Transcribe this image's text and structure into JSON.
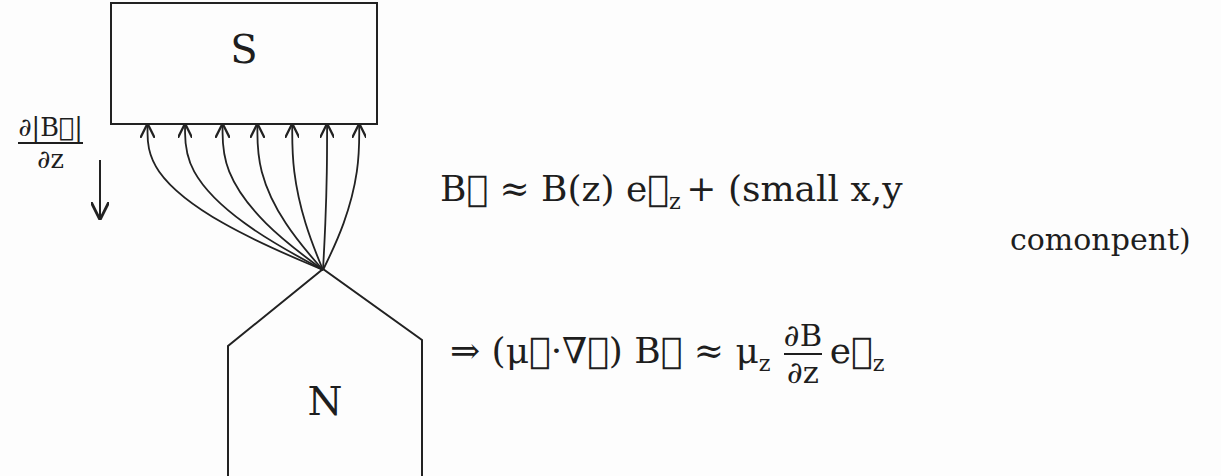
{
  "diagram": {
    "nodes": [
      {
        "text": [
          "S"
        ]
      },
      {
        "text": [
          "N"
        ]
      }
    ],
    "edges": [
      {
        "from": 1,
        "to": 0,
        "arrow": "to"
      },
      {
        "from": 1,
        "to": 0,
        "arrow": "to"
      },
      {
        "from": 1,
        "to": 0,
        "arrow": "to"
      },
      {
        "from": 1,
        "to": 0,
        "arrow": "to"
      },
      {
        "from": 1,
        "to": 0,
        "arrow": "to"
      },
      {
        "from": 1,
        "to": 0,
        "arrow": "to"
      },
      {
        "from": 1,
        "to": 0,
        "arrow": "to"
      }
    ],
    "labels": [
      "∂|B⃗|",
      "∂z",
      "B⃗ ≈ B(z) e⃗",
      "z",
      "+ (small x,y",
      "comonpent)",
      "⇒ (μ⃗·∇⃗) B⃗ ≈ μ",
      "z",
      "∂B",
      "∂z",
      "e⃗",
      "z"
    ]
  }
}
